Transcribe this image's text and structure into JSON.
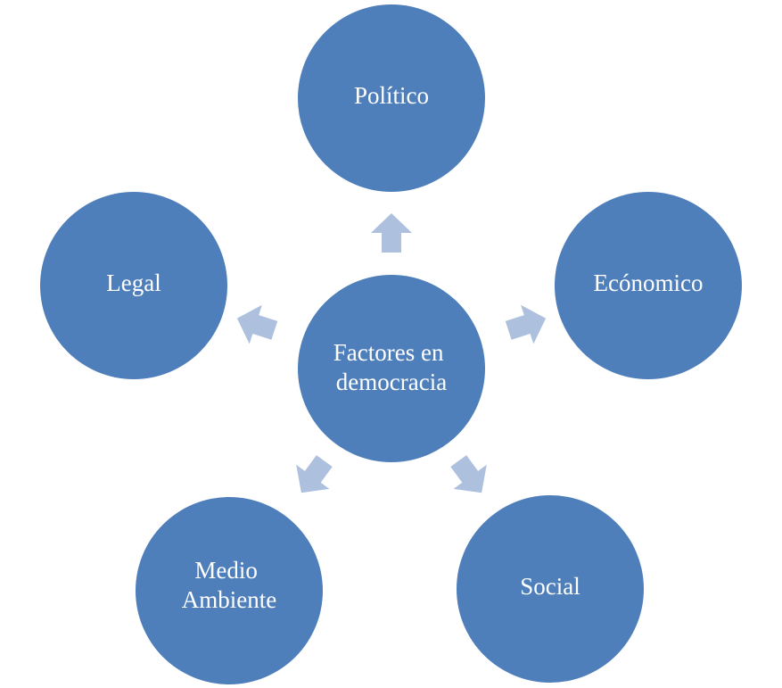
{
  "diagram": {
    "type": "radial-cycle",
    "colors": {
      "node": "#4e7fbb",
      "arrow": "#adc0dd",
      "text": "#ffffff",
      "background": "#ffffff"
    },
    "center": {
      "lines": [
        "Factores en",
        "democracia"
      ]
    },
    "nodes": [
      {
        "id": "politico",
        "lines": [
          "Político"
        ]
      },
      {
        "id": "economico",
        "lines": [
          "Ecónomico"
        ]
      },
      {
        "id": "social",
        "lines": [
          "Social"
        ]
      },
      {
        "id": "medio-ambiente",
        "lines": [
          "Medio",
          "Ambiente"
        ]
      },
      {
        "id": "legal",
        "lines": [
          "Legal"
        ]
      }
    ]
  }
}
